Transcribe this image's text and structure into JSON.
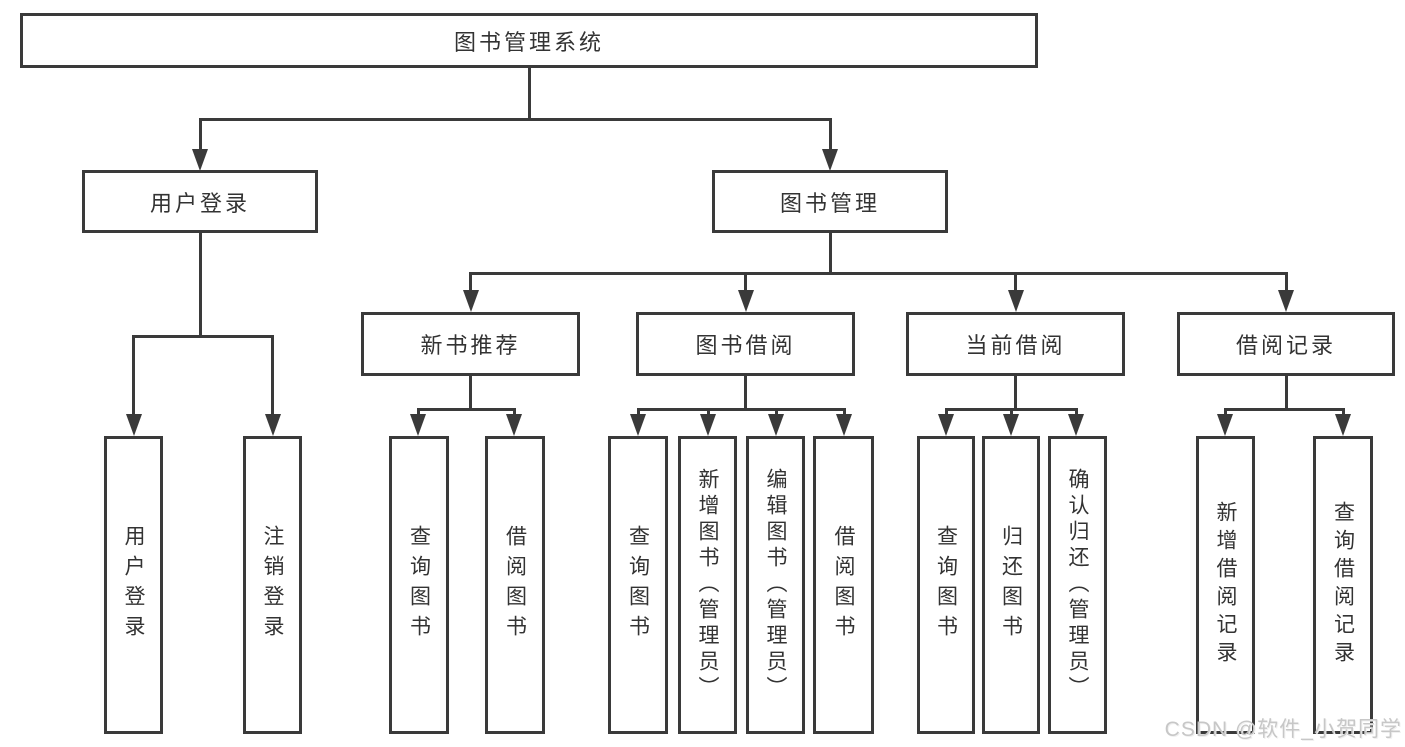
{
  "diagram": {
    "type": "functional-structure-tree",
    "root": {
      "label": "图书管理系统",
      "children": [
        {
          "label": "用户登录",
          "children": [
            {
              "label": "用户登录"
            },
            {
              "label": "注销登录"
            }
          ]
        },
        {
          "label": "图书管理",
          "children": [
            {
              "label": "新书推荐",
              "children": [
                {
                  "label": "查询图书"
                },
                {
                  "label": "借阅图书"
                }
              ]
            },
            {
              "label": "图书借阅",
              "children": [
                {
                  "label": "查询图书"
                },
                {
                  "label": "新增图书（管理员）"
                },
                {
                  "label": "编辑图书（管理员）"
                },
                {
                  "label": "借阅图书"
                }
              ]
            },
            {
              "label": "当前借阅",
              "children": [
                {
                  "label": "查询图书"
                },
                {
                  "label": "归还图书"
                },
                {
                  "label": "确认归还（管理员）"
                }
              ]
            },
            {
              "label": "借阅记录",
              "children": [
                {
                  "label": "新增借阅记录"
                },
                {
                  "label": "查询借阅记录"
                }
              ]
            }
          ]
        }
      ]
    },
    "colors": {
      "line": "#3a3a3a",
      "text": "#333333",
      "background": "#ffffff"
    }
  },
  "watermark": {
    "text": "CSDN @软件_小贺同学",
    "color": "#c7c7c7"
  }
}
